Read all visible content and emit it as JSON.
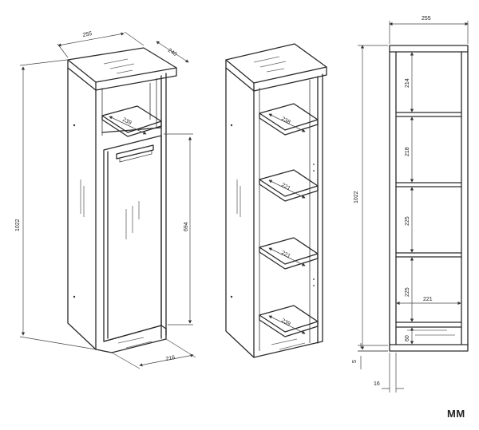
{
  "dimensions": {
    "left_width": "255",
    "left_depth": "240",
    "left_height": "1022",
    "left_shelf_depth": "239",
    "left_door_height": "694",
    "left_base_depth": "216",
    "mid_shelf1": "238",
    "mid_shelf2": "221",
    "mid_shelf3": "221",
    "mid_shelf4": "239",
    "right_width": "255",
    "right_height": "1022",
    "right_comp1": "214",
    "right_comp2": "218",
    "right_comp3": "225",
    "right_comp4": "225",
    "right_inner_width": "221",
    "right_plinth": "60",
    "right_floor_gap": "5",
    "right_panel_thickness": "16"
  },
  "brand": "MM"
}
